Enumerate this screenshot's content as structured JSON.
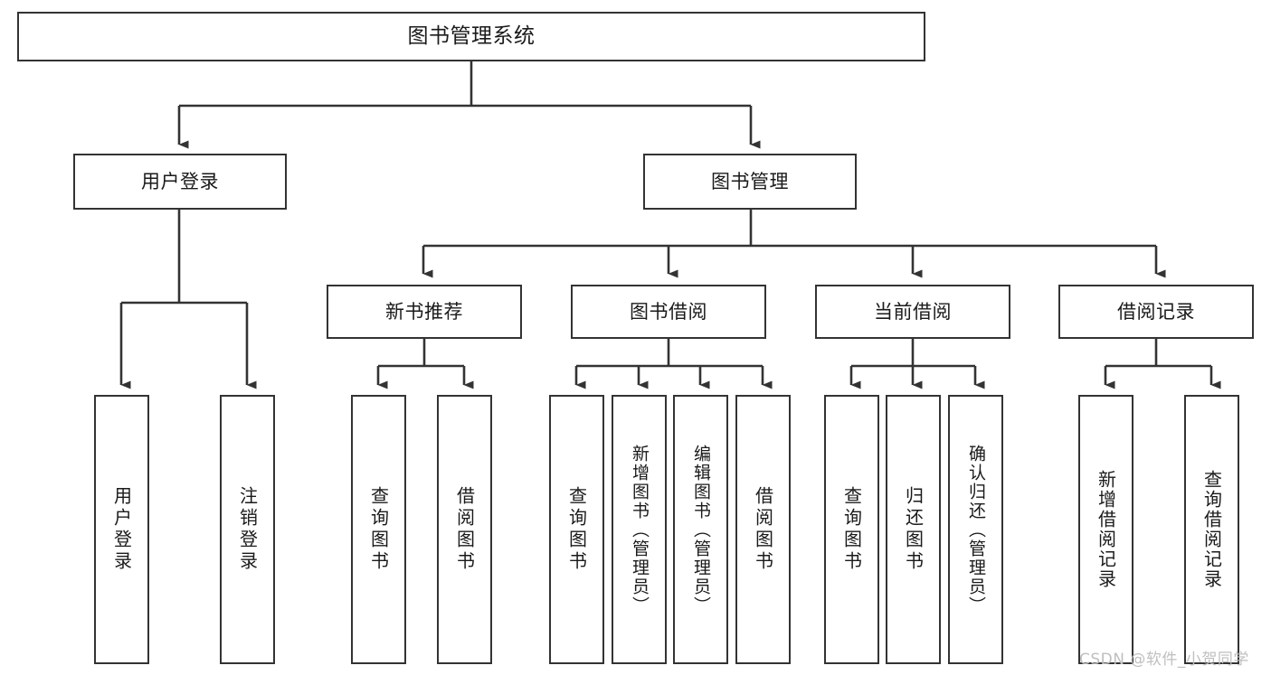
{
  "diagram": {
    "type": "tree-hierarchy-chart",
    "title": "图书管理系统",
    "orientation": "top-down",
    "stroke_color": "#333333",
    "box_fill": "#ffffff",
    "text_color": "#1a1a1a",
    "nodes": {
      "root": {
        "label": "图书管理系统",
        "level": 0
      },
      "level1": [
        {
          "id": "user-login",
          "label": "用户登录"
        },
        {
          "id": "book-manage",
          "label": "图书管理"
        }
      ],
      "level2": [
        {
          "id": "new-book-recommend",
          "label": "新书推荐",
          "parent": "book-manage"
        },
        {
          "id": "book-borrow",
          "label": "图书借阅",
          "parent": "book-manage"
        },
        {
          "id": "current-borrow",
          "label": "当前借阅",
          "parent": "book-manage"
        },
        {
          "id": "borrow-record",
          "label": "借阅记录",
          "parent": "book-manage"
        }
      ],
      "leaves": [
        {
          "id": "leaf-user-login",
          "label": "用户登录",
          "parent": "user-login"
        },
        {
          "id": "leaf-logout",
          "label": "注销登录",
          "parent": "user-login"
        },
        {
          "id": "leaf-query-book-1",
          "label": "查询图书",
          "parent": "new-book-recommend"
        },
        {
          "id": "leaf-borrow-book-1",
          "label": "借阅图书",
          "parent": "new-book-recommend"
        },
        {
          "id": "leaf-query-book-2",
          "label": "查询图书",
          "parent": "book-borrow"
        },
        {
          "id": "leaf-add-book",
          "label": "新增图书（管理员）",
          "parent": "book-borrow"
        },
        {
          "id": "leaf-edit-book",
          "label": "编辑图书（管理员）",
          "parent": "book-borrow"
        },
        {
          "id": "leaf-borrow-book-2",
          "label": "借阅图书",
          "parent": "book-borrow"
        },
        {
          "id": "leaf-query-book-3",
          "label": "查询图书",
          "parent": "current-borrow"
        },
        {
          "id": "leaf-return-book",
          "label": "归还图书",
          "parent": "current-borrow"
        },
        {
          "id": "leaf-confirm-return",
          "label": "确认归还（管理员）",
          "parent": "current-borrow"
        },
        {
          "id": "leaf-add-record",
          "label": "新增借阅记录",
          "parent": "borrow-record"
        },
        {
          "id": "leaf-query-record",
          "label": "查询借阅记录",
          "parent": "borrow-record"
        }
      ]
    }
  },
  "watermark": {
    "text": "CSDN @软件_小贺同学"
  }
}
